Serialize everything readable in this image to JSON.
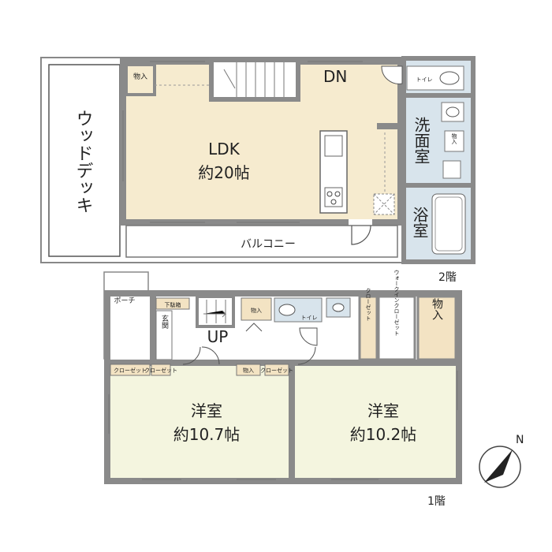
{
  "floor2": {
    "label": "2階",
    "wood_deck": "ウッドデッキ",
    "storage": "物入",
    "ldk_name": "LDK",
    "ldk_size": "約20帖",
    "stairs_dn": "DN",
    "toilet": "トイレ",
    "washroom": "洗面室",
    "storage_small": "物入",
    "bath": "浴室",
    "balcony": "バルコニー"
  },
  "floor1": {
    "label": "1階",
    "porch": "ポーチ",
    "shoe_box": "下駄箱",
    "entrance": "玄関",
    "storage_hall": "物入",
    "toilet": "トイレ",
    "stairs_up": "UP",
    "closet": "クローゼット",
    "walk_in_closet": "ウォークインクローゼット",
    "storage_big": "物入",
    "closet_left": "クローゼット",
    "closet_left2": "クローゼット",
    "storage_mid": "物入",
    "closet_right": "クローゼット",
    "room1_name": "洋室",
    "room1_size": "約10.7帖",
    "room2_name": "洋室",
    "room2_size": "約10.2帖"
  },
  "compass": {
    "north": "N"
  },
  "colors": {
    "wall": "#8a8a8a",
    "ldk_floor": "#f6ebcf",
    "room_floor": "#f4f5df",
    "wet_floor": "#d8e4ec"
  }
}
